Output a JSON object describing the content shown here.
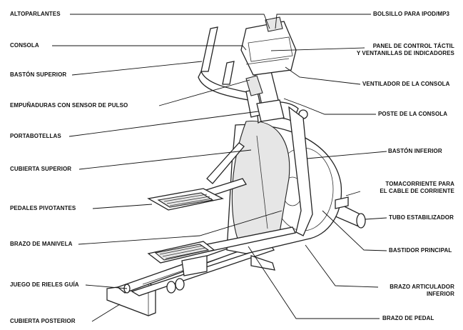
{
  "labels": {
    "altoparlantes": "ALTOPARLANTES",
    "consola": "CONSOLA",
    "baston_superior": "BASTÓN SUPERIOR",
    "empunaduras": "EMPUÑADURAS CON SENSOR DE PULSO",
    "portabotellas": "PORTABOTELLAS",
    "cubierta_superior": "CUBIERTA SUPERIOR",
    "pedales_pivotantes": "PEDALES PIVOTANTES",
    "brazo_manivela": "BRAZO DE MANIVELA",
    "juego_rieles": "JUEGO DE RIELES GUÍA",
    "cubierta_posterior": "CUBIERTA POSTERIOR",
    "bolsillo": "BOLSILLO PARA IPOD/MP3",
    "panel_1": "PANEL DE CONTROL TÁCTIL",
    "panel_2": "Y VENTANILLAS DE INDICADORES",
    "ventilador": "VENTILADOR DE LA CONSOLA",
    "poste": "POSTE DE LA CONSOLA",
    "baston_inferior": "BASTÓN INFERIOR",
    "tomacorriente_1": "TOMACORRIENTE PARA",
    "tomacorriente_2": "EL CABLE DE CORRIENTE",
    "tubo": "TUBO ESTABILIZADOR",
    "bastidor": "BASTIDOR PRINCIPAL",
    "brazo_art_1": "BRAZO ARTICULADOR",
    "brazo_art_2": "INFERIOR",
    "brazo_pedal": "BRAZO DE PEDAL"
  }
}
